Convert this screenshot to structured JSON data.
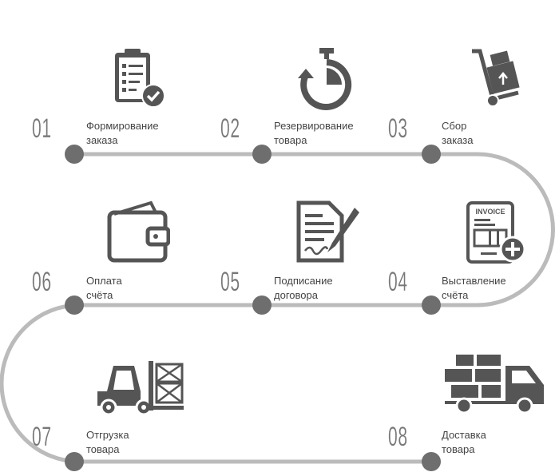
{
  "steps": [
    {
      "number": "01",
      "line1": "Формирование",
      "line2": "заказа",
      "icon": "clipboard-check-icon"
    },
    {
      "number": "02",
      "line1": "Резервирование",
      "line2": "товара",
      "icon": "stopwatch-icon"
    },
    {
      "number": "03",
      "line1": "Сбор",
      "line2": "заказа",
      "icon": "hand-truck-icon"
    },
    {
      "number": "04",
      "line1": "Выставление",
      "line2": "счёта",
      "icon": "invoice-icon",
      "icon_text": "INVOICE"
    },
    {
      "number": "05",
      "line1": "Подписание",
      "line2": "договора",
      "icon": "contract-sign-icon"
    },
    {
      "number": "06",
      "line1": "Оплата",
      "line2": "счёта",
      "icon": "wallet-icon"
    },
    {
      "number": "07",
      "line1": "Отгрузка",
      "line2": "товара",
      "icon": "forklift-icon"
    },
    {
      "number": "08",
      "line1": "Доставка",
      "line2": "товара",
      "icon": "delivery-truck-icon"
    }
  ],
  "colors": {
    "track": "#bbbbbb",
    "dot": "#6e6e6e",
    "icon": "#555555"
  }
}
